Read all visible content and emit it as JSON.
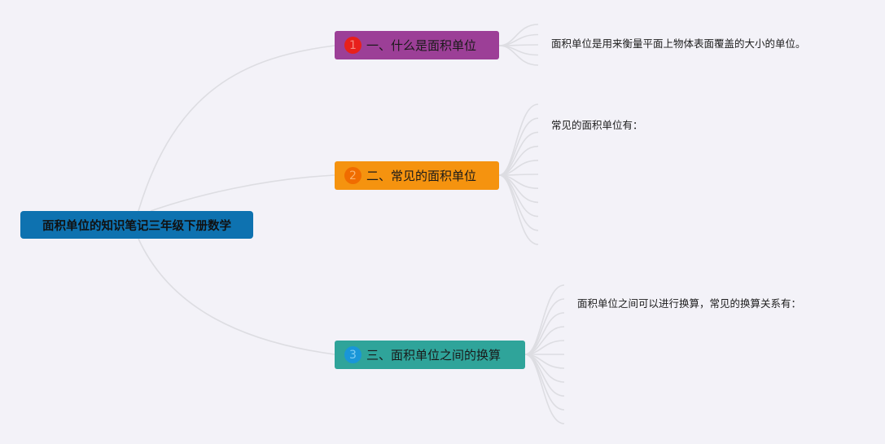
{
  "mindmap": {
    "root": {
      "label": "面积单位的知识笔记三年级下册数学"
    },
    "branches": [
      {
        "number": "1",
        "label": "一、什么是面积单位",
        "color": "#9c3f97",
        "badge_color": "#e8201b",
        "children": [
          "面积单位是用来衡量平面上物体表面覆盖的大小的单位。"
        ],
        "leaf_line_count": 5
      },
      {
        "number": "2",
        "label": "二、常见的面积单位",
        "color": "#f5930f",
        "badge_color": "#f06c00",
        "children": [
          "常见的面积单位有："
        ],
        "leaf_line_count": 11
      },
      {
        "number": "3",
        "label": "三、面积单位之间的换算",
        "color": "#2fa49a",
        "badge_color": "#1996d8",
        "children": [
          "面积单位之间可以进行换算，常见的换算关系有："
        ],
        "leaf_line_count": 11
      }
    ],
    "root_color": "#0e72b0",
    "connector_color": "#dddde2",
    "background": "#f3f2f8"
  }
}
